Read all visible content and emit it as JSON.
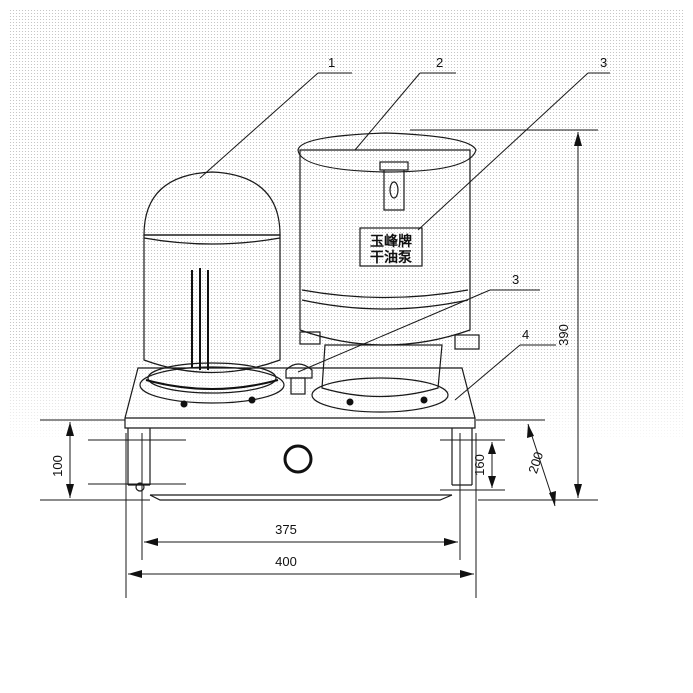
{
  "callouts": {
    "c1": "1",
    "c2": "2",
    "c3_top": "3",
    "c3_mid": "3",
    "c4": "4"
  },
  "nameplate": {
    "line1": "玉峰牌",
    "line2": "干油泵"
  },
  "dimensions": {
    "height_total": "390",
    "width_inner": "375",
    "width_outer": "400",
    "base_height": "100",
    "depth_inner": "160",
    "depth_outer": "200"
  }
}
